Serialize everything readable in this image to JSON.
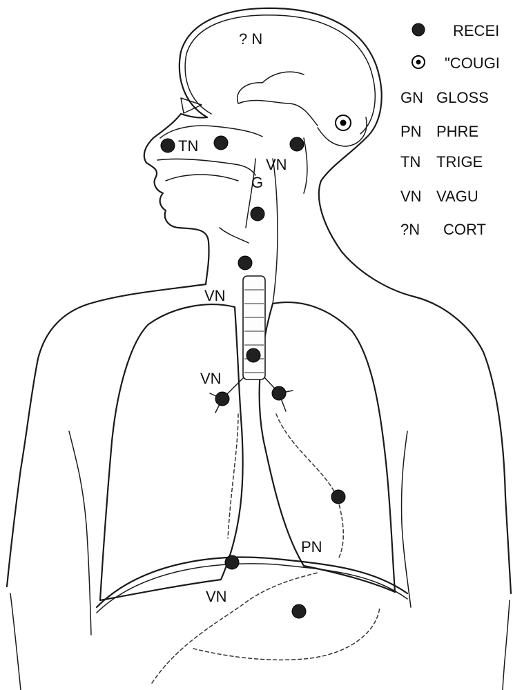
{
  "legend": {
    "receptor_symbol_text": "RECEI",
    "cough_center_text": "\"COUGI",
    "rows": [
      {
        "abbr": "GN",
        "name": "GLOSS"
      },
      {
        "abbr": "PN",
        "name": "PHRE"
      },
      {
        "abbr": "TN",
        "name": "TRIGE"
      },
      {
        "abbr": "VN",
        "name": "VAGU"
      },
      {
        "abbr": "?N",
        "name": "CORT"
      }
    ]
  },
  "labels": {
    "cortex": "? N",
    "tn": "TN",
    "vn_pharynx": "VN",
    "gn": "G",
    "vn_larynx": "VN",
    "vn_carina": "VN",
    "pn": "PN",
    "vn_abdomen": "VN"
  },
  "colors": {
    "ink": "#1a1a1a",
    "background": "#ffffff"
  }
}
